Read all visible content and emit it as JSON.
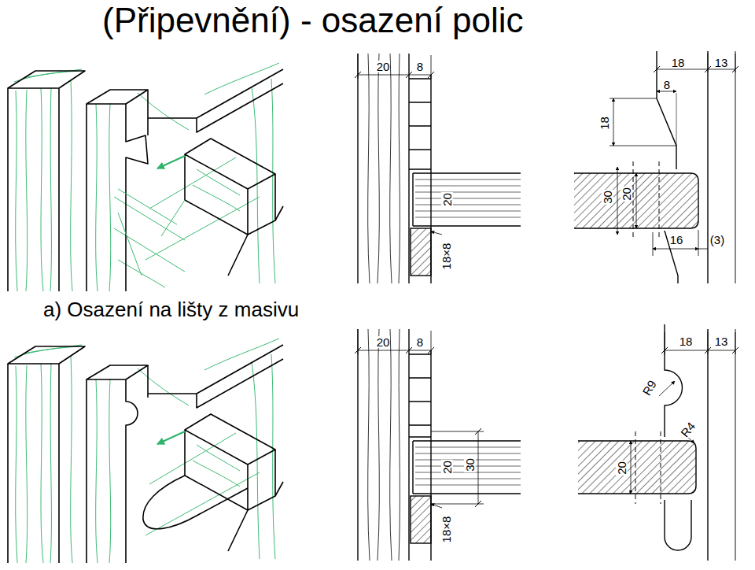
{
  "diagram": {
    "title": "(Připevnění) - osazení polic",
    "caption": "a) Osazení na lišty z masivu",
    "labels": [
      "20",
      "8",
      "20",
      "18×8",
      "18",
      "13",
      "8",
      "18",
      "30",
      "20",
      "16",
      "(3)",
      "20",
      "8",
      "20",
      "30",
      "18×8",
      "18",
      "13",
      "R9",
      "R4",
      "20"
    ]
  }
}
